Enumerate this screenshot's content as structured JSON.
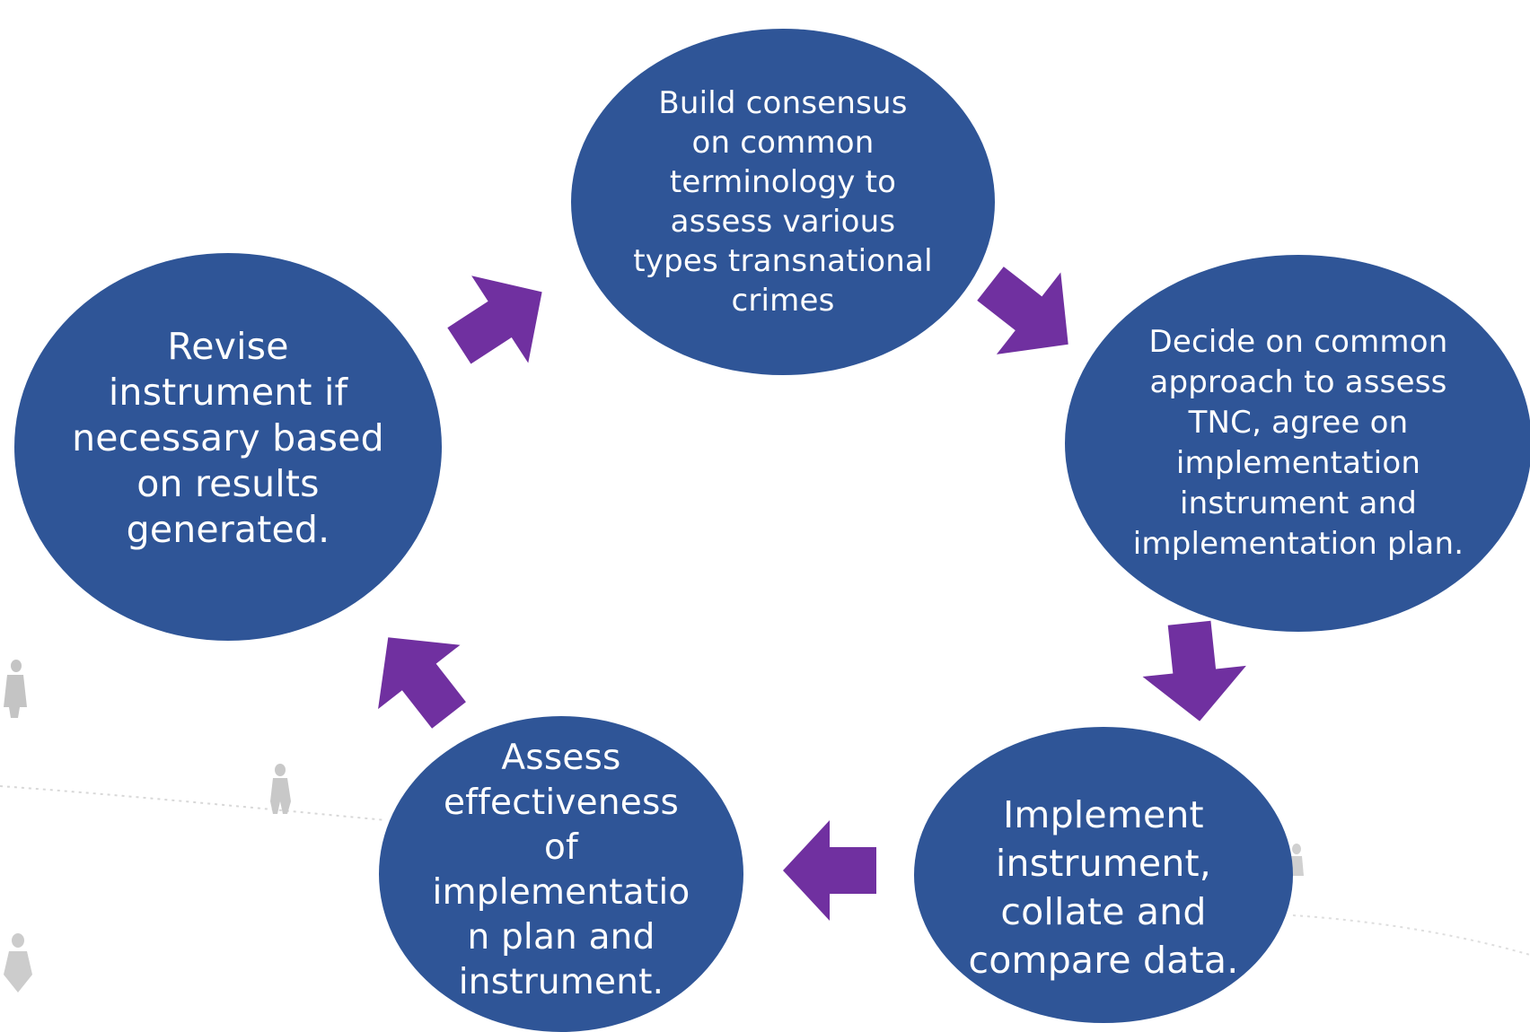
{
  "diagram": {
    "colors": {
      "node_fill": "#2f5597",
      "node_text": "#ffffff",
      "arrow_fill": "#7030a0",
      "background": "#ffffff",
      "background_figures": "#c8c8c8"
    },
    "nodes": [
      {
        "id": "node-1",
        "text": "Build consensus\non common\nterminology  to\nassess various\ntypes transnational\ncrimes"
      },
      {
        "id": "node-2",
        "text": "Decide on  common\napproach to assess\nTNC, agree on\nimplementation\ninstrument and\nimplementation plan."
      },
      {
        "id": "node-3",
        "text": "Implement\ninstrument,\ncollate and\ncompare data."
      },
      {
        "id": "node-4",
        "text": "Assess\neffectiveness\nof\nimplementatio\nn plan and\ninstrument."
      },
      {
        "id": "node-5",
        "text": "Revise\ninstrument if\nnecessary based\non results\ngenerated."
      }
    ],
    "arrows": [
      {
        "from": "node-5",
        "to": "node-1",
        "icon": "arrow-up-right-icon"
      },
      {
        "from": "node-1",
        "to": "node-2",
        "icon": "arrow-down-right-icon"
      },
      {
        "from": "node-2",
        "to": "node-3",
        "icon": "arrow-down-icon"
      },
      {
        "from": "node-3",
        "to": "node-4",
        "icon": "arrow-left-icon"
      },
      {
        "from": "node-4",
        "to": "node-5",
        "icon": "arrow-up-left-icon"
      }
    ]
  }
}
